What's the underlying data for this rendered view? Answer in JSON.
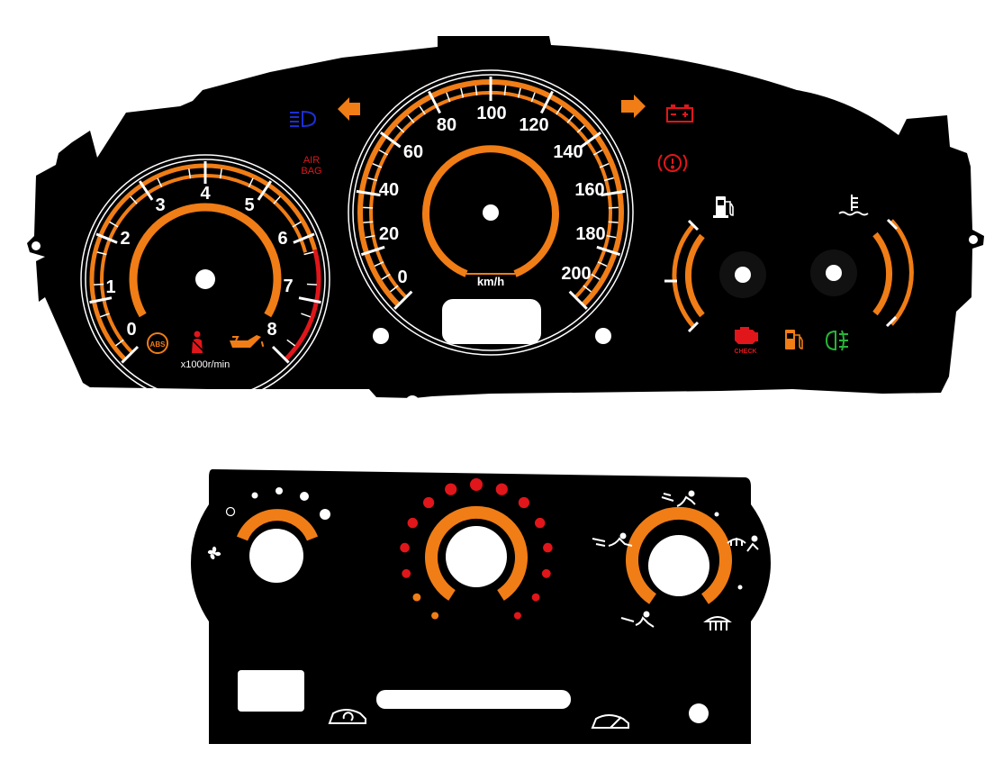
{
  "colors": {
    "face": "#000000",
    "accent": "#f07d16",
    "ring": "#ffffff",
    "warning": "#e0161b",
    "info": "#1c2fd6",
    "ok": "#27b43a",
    "background": "#ffffff"
  },
  "cluster": {
    "tachometer": {
      "numbers": [
        "0",
        "1",
        "2",
        "3",
        "4",
        "5",
        "6",
        "7",
        "8"
      ],
      "unit": "x1000r/min"
    },
    "speedometer": {
      "numbers": [
        "0",
        "20",
        "40",
        "60",
        "80",
        "100",
        "120",
        "140",
        "160",
        "180",
        "200"
      ],
      "unit": "km/h"
    },
    "warning_lights": {
      "airbag_line1": "AIR",
      "airbag_line2": "BAG",
      "check_label": "CHECK"
    },
    "icons": [
      "headlight-high-beam-icon",
      "turn-signal-left-icon",
      "turn-signal-right-icon",
      "battery-icon",
      "brake-warning-icon",
      "airbag-icon",
      "abs-icon",
      "seatbelt-icon",
      "oil-pressure-icon",
      "fuel-pump-icon",
      "coolant-temperature-icon",
      "check-engine-icon",
      "low-fuel-icon",
      "fog-light-icon"
    ]
  },
  "climate_panel": {
    "knobs": [
      "fan-speed-knob",
      "temperature-knob",
      "air-mode-knob"
    ],
    "icons": [
      "fan-icon",
      "face-vent-icon",
      "bi-level-icon",
      "foot-vent-icon",
      "foot-defrost-icon",
      "defrost-icon",
      "recirculate-icon",
      "fresh-air-icon"
    ]
  }
}
